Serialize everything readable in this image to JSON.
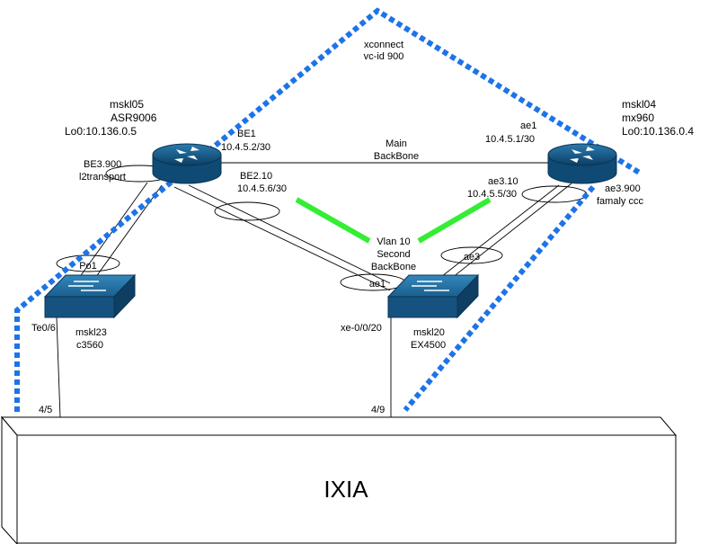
{
  "xconnect": {
    "line1": "xconnect",
    "line2": "vc-id 900"
  },
  "routers": {
    "mskl05": {
      "name": "mskl05",
      "model": "ASR9006",
      "loopback": "Lo0:10.136.0.5"
    },
    "mskl04": {
      "name": "mskl04",
      "model": "mx960",
      "loopback": "Lo0:10.136.0.4"
    }
  },
  "switches": {
    "mskl23": {
      "name": "mskl23",
      "model": "c3560"
    },
    "mskl20": {
      "name": "mskl20",
      "model": "EX4500"
    }
  },
  "interfaces": {
    "be1": {
      "name": "BE1",
      "ip": "10.4.5.2/30"
    },
    "be2_10": {
      "name": "BE2.10",
      "ip": "10.4.5.6/30"
    },
    "be3_900": {
      "name": "BE3.900",
      "mode": "l2transport"
    },
    "ae1_r": {
      "name": "ae1",
      "ip": "10.4.5.1/30"
    },
    "ae3_10": {
      "name": "ae3.10",
      "ip": "10.4.5.5/30"
    },
    "ae3_900": {
      "name": "ae3.900",
      "mode": "famaly ccc"
    },
    "po1": "Po1",
    "ae1_sw": "ae1",
    "ae3_sw": "ae3",
    "te0_6": "Te0/6",
    "xe_0_0_20": "xe-0/0/20",
    "port_4_5": "4/5",
    "port_4_9": "4/9"
  },
  "links": {
    "main": {
      "line1": "Main",
      "line2": "BackBone"
    },
    "vlan": {
      "line1": "Vlan 10",
      "line2": "Second",
      "line3": "BackBone"
    }
  },
  "ixia": {
    "label": "IXIA"
  },
  "colors": {
    "xconnect_path": "#1e73e8",
    "vlan_highlight": "#33ee33",
    "router_fill": "#10507f",
    "switch_fill": "#10507f"
  }
}
